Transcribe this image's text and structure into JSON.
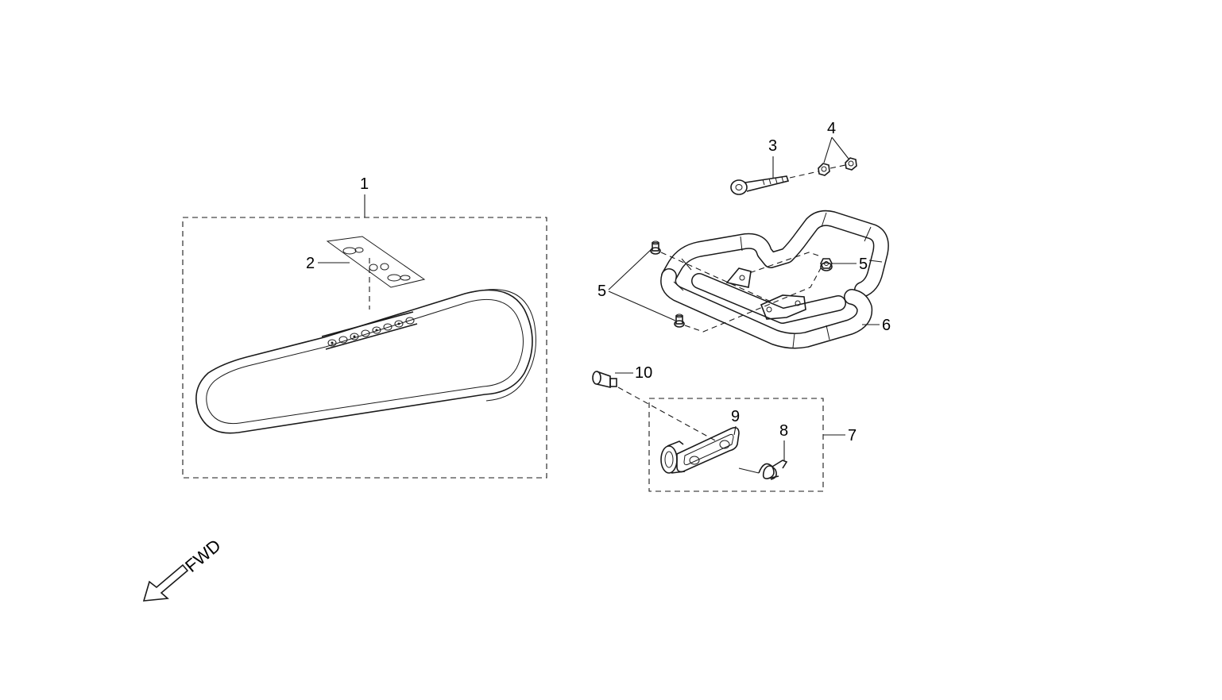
{
  "diagram": {
    "callouts": {
      "c1": "1",
      "c2": "2",
      "c3": "3",
      "c4": "4",
      "c5a": "5",
      "c5b": "5",
      "c6": "6",
      "c7": "7",
      "c8": "8",
      "c9": "9",
      "c10": "10"
    },
    "direction_label": "FWD"
  }
}
